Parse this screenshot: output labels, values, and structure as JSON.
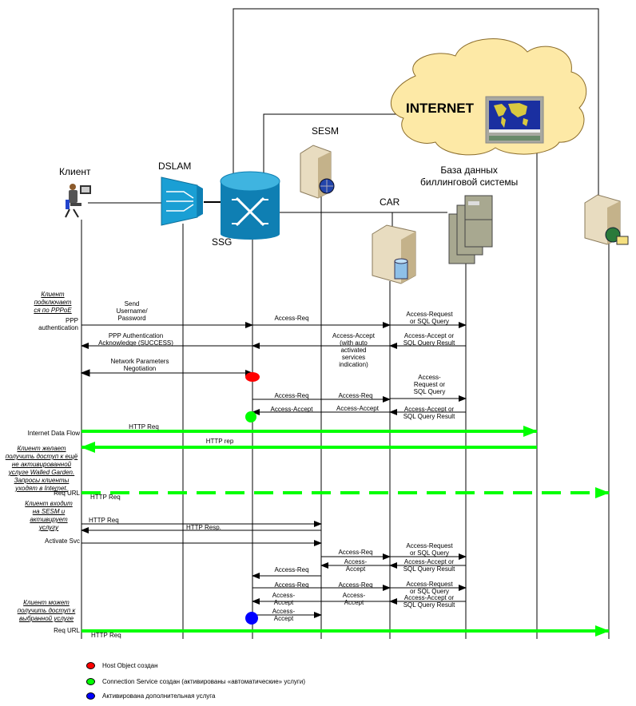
{
  "colors": {
    "green": "#00ff00",
    "red": "#ff0000",
    "blue": "#0000ff",
    "cloud": "#fde9a6",
    "cloud_border": "#8b6c2a",
    "device_blue": "#1a9fd4"
  },
  "nodes": {
    "client": "Клиент",
    "dslam": "DSLAM",
    "ssg": "SSG",
    "sesm": "SESM",
    "car": "CAR",
    "billing": "База данных\nбиллинговой системы",
    "internet": "INTERNET"
  },
  "notes": {
    "pppoe": "Клиент\nподключает\nся по PPPoE",
    "walled_garden": "Клиент желает\nполучить доступ к ещё\nне активированной\nуслуге Walled Garden.\nЗапросы клиенты\nуходят в Internet.",
    "sesm_login": "Клиент входит\nна SESM и\nактивирует\nуслугу",
    "access_granted": "Клиент может\nполучить доступ к\nвыбранной услуге"
  },
  "side_labels": {
    "ppp_auth": "PPP\nauthentication",
    "internet_data_flow": "Internet Data Flow",
    "req_url_1": "Req URL",
    "activate_svc": "Activate Svc",
    "req_url_2": "Req URL"
  },
  "messages": {
    "send_username": "Send\nUsername/\nPassword",
    "access_req_1": "Access-Req",
    "access_request_sql_1": "Access-Request\nor SQL Query",
    "ppp_auth_ack": "PPP Authentication\nAcknowledge (SUCCESS)",
    "access_accept_auto": "Access-Accept\n(with auto\nactivated\nservices\nindication)",
    "access_accept_sql_1": "Access-Accept or\nSQL Query Result",
    "network_params": "Network Parameters\nNegotiation",
    "access_request_sql_2": "Access-\nRequest or\nSQL Query",
    "access_req_2a": "Access-Req",
    "access_req_2b": "Access-Req",
    "access_accept_2a": "Access-Accept",
    "access_accept_2b": "Access-Accept",
    "access_accept_sql_2": "Access-Accept or\nSQL Query Result",
    "http_req_1": "HTTP Req",
    "http_rep": "HTTP rep",
    "http_req_2": "HTTP Req",
    "http_req_3": "HTTP Req",
    "http_resp": "HTTP Resp.",
    "access_req_3": "Access-Req",
    "access_request_sql_3": "Access-Request\nor SQL Query",
    "access_accept_3": "Access-\nAccept",
    "access_accept_sql_3": "Access-Accept or\nSQL Query Result",
    "access_req_4": "Access-Req",
    "access_req_5a": "Access-Req",
    "access_req_5b": "Access-Req",
    "access_request_sql_4": "Access-Request\nor SQL Query",
    "access_accept_4a": "Access-\nAccept",
    "access_accept_4b": "Access-\nAccept",
    "access_accept_sql_4": "Access-Accept or\nSQL Query Result",
    "access_accept_5": "Access-\nAccept",
    "http_req_4": "HTTP Req"
  },
  "legend": [
    {
      "color": "#ff0000",
      "label": "Host Object создан"
    },
    {
      "color": "#00ff00",
      "label": "Connection Service создан (активированы «автоматические» услуги)"
    },
    {
      "color": "#0000ff",
      "label": "Активирована дополнительная услуга"
    }
  ]
}
